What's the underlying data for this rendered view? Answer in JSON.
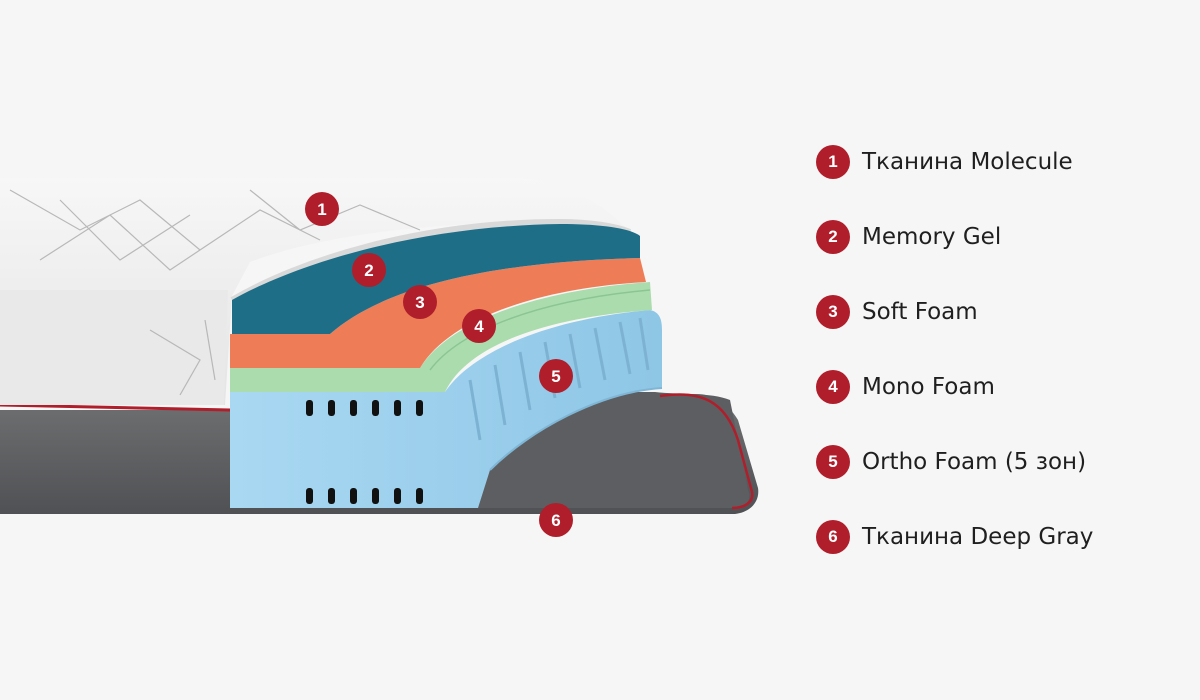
{
  "diagram": {
    "accent_color": "#b01e2b",
    "layers": [
      {
        "number": "1",
        "label": "Тканина Molecule",
        "color": "#efefef"
      },
      {
        "number": "2",
        "label": "Memory Gel",
        "color": "#1d6c86"
      },
      {
        "number": "3",
        "label": "Soft Foam",
        "color": "#ee7c56"
      },
      {
        "number": "4",
        "label": "Mono Foam",
        "color": "#a9dbad"
      },
      {
        "number": "5",
        "label": "Ortho Foam (5 зон)",
        "color": "#9dd0ec"
      },
      {
        "number": "6",
        "label": "Тканина Deep Gray",
        "color": "#5c5d60"
      }
    ]
  }
}
